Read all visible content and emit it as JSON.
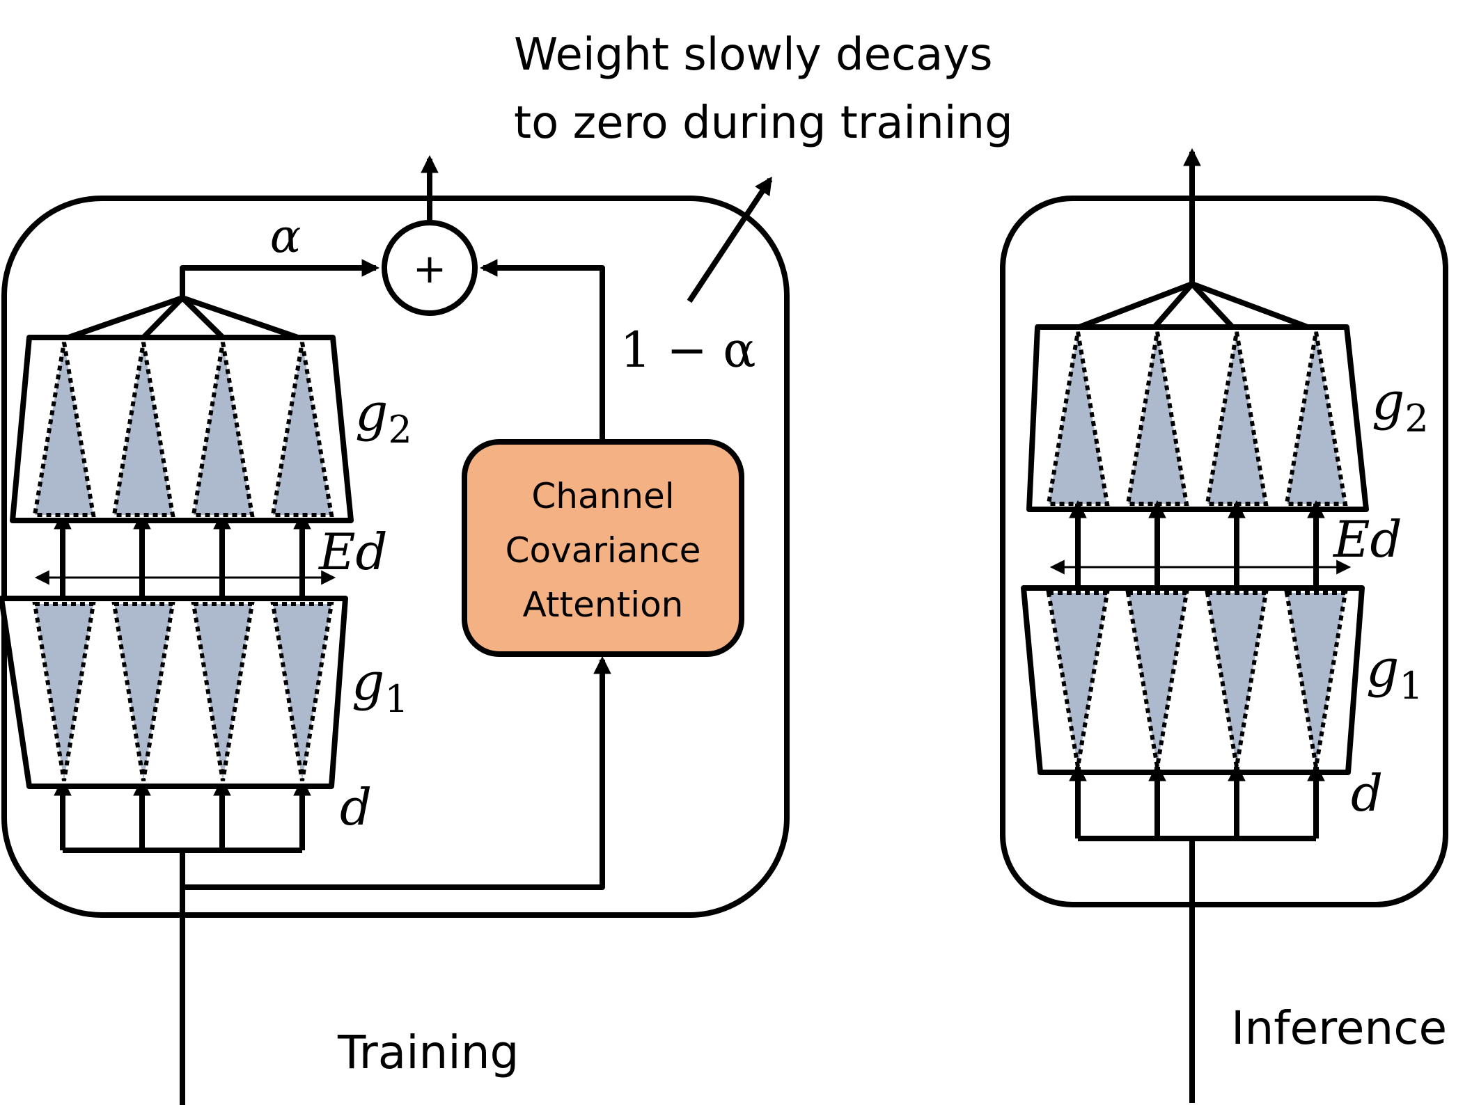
{
  "annotation": {
    "line1": "Weight slowly decays",
    "line2": "to zero during training"
  },
  "training": {
    "caption": "Training",
    "alpha": "α",
    "one_minus_alpha": "1 − α",
    "plus": "+",
    "g2": "g",
    "g2_sub": "2",
    "g1": "g",
    "g1_sub": "1",
    "ed": "Ed",
    "d": "d",
    "cca_line1": "Channel",
    "cca_line2": "Covariance",
    "cca_line3": "Attention",
    "cca_color": "#f4b183"
  },
  "inference": {
    "caption": "Inference",
    "g2": "g",
    "g2_sub": "2",
    "g1": "g",
    "g1_sub": "1",
    "ed": "Ed",
    "d": "d"
  },
  "colors": {
    "expert_fill": "#adb9cd"
  }
}
